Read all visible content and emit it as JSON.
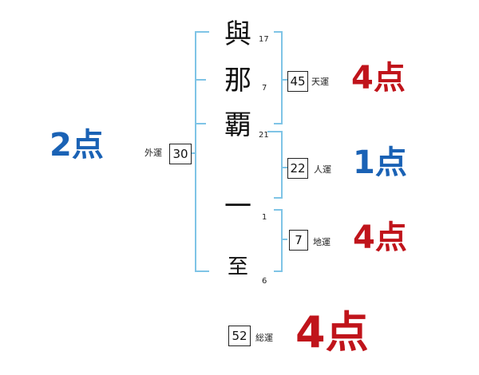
{
  "characters": [
    {
      "char": "與",
      "strokes": "17"
    },
    {
      "char": "那",
      "strokes": "7"
    },
    {
      "char": "覇",
      "strokes": "21"
    },
    {
      "char": "一",
      "strokes": "1"
    },
    {
      "char": "至",
      "strokes": "6"
    }
  ],
  "unkaku": {
    "gaikaku": {
      "label": "外運",
      "value": "30",
      "score": "2点"
    },
    "tenkaku": {
      "label": "天運",
      "value": "45",
      "score": "4点"
    },
    "jinkaku": {
      "label": "人運",
      "value": "22",
      "score": "1点"
    },
    "chikaku": {
      "label": "地運",
      "value": "7",
      "score": "4点"
    },
    "soukaku": {
      "label": "総運",
      "value": "52",
      "score": "4点"
    }
  },
  "colors": {
    "bracket": "#7fc4e6",
    "good": "#c0141b",
    "neutral": "#1a62b5"
  }
}
